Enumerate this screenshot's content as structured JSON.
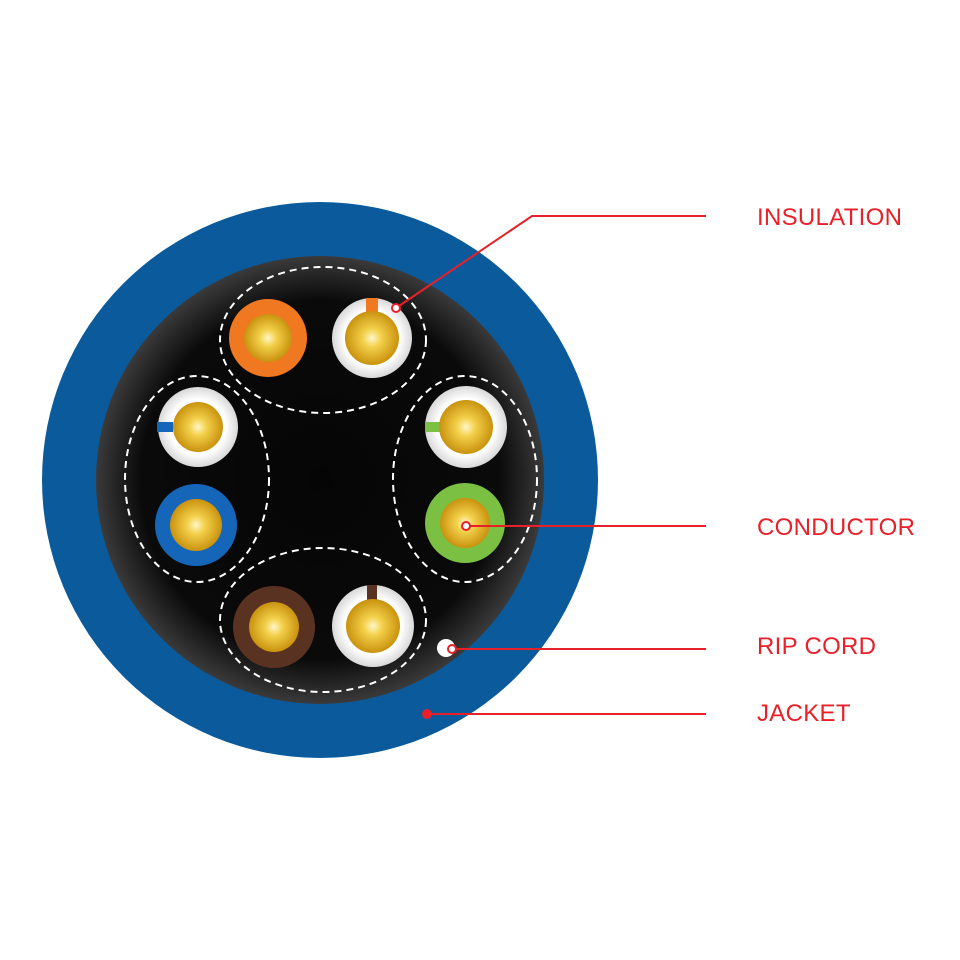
{
  "labels": {
    "insulation": "INSULATION",
    "conductor": "CONDUCTOR",
    "rip_cord": "RIP CORD",
    "jacket": "JACKET"
  },
  "colors": {
    "jacket": "#0a5a9c",
    "core": "#050505",
    "callout": "#e8202a",
    "conductor": "#f0c030",
    "pair_orange": "#f07820",
    "pair_blue": "#1565b8",
    "pair_green": "#7bc043",
    "pair_brown": "#5a3222",
    "stripe_white": "#fdfdfd"
  },
  "wire_pairs": [
    {
      "pair": "orange",
      "solid": "orange-icon",
      "striped": "white-orange-icon"
    },
    {
      "pair": "blue",
      "solid": "blue-icon",
      "striped": "white-blue-icon"
    },
    {
      "pair": "green",
      "solid": "green-icon",
      "striped": "white-green-icon"
    },
    {
      "pair": "brown",
      "solid": "brown-icon",
      "striped": "white-brown-icon"
    }
  ]
}
